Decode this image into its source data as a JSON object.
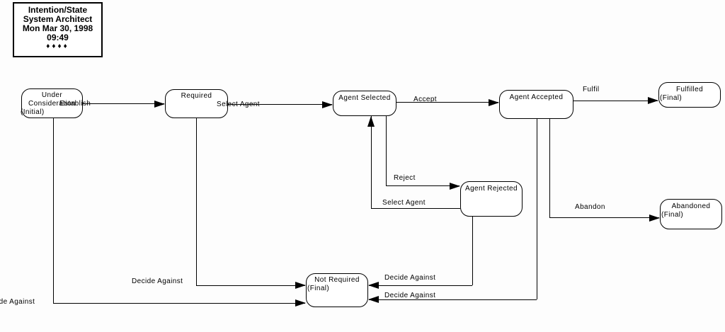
{
  "title_box": {
    "line1": "Intention/State",
    "line2": "System Architect",
    "line3": "Mon Mar 30, 1998",
    "line4": "09:49",
    "diamonds": "♦♦♦♦"
  },
  "states": {
    "under_consideration": {
      "name": "Under Consideration",
      "qualifier": "(Initial)"
    },
    "required": {
      "name": "Required"
    },
    "agent_selected": {
      "name": "Agent Selected"
    },
    "agent_accepted": {
      "name": "Agent Accepted"
    },
    "fulfilled": {
      "name": "Fulfilled",
      "qualifier": "(Final)"
    },
    "agent_rejected": {
      "name": "Agent Rejected"
    },
    "abandoned": {
      "name": "Abandoned",
      "qualifier": "(Final)"
    },
    "not_required": {
      "name": "Not Required",
      "qualifier": "(Final)"
    }
  },
  "transitions": {
    "establish": {
      "label": "Establish",
      "from": "under_consideration",
      "to": "required"
    },
    "select_agent": {
      "label": "Select Agent",
      "from": "required",
      "to": "agent_selected"
    },
    "accept": {
      "label": "Accept",
      "from": "agent_selected",
      "to": "agent_accepted"
    },
    "fulfil": {
      "label": "Fulfil",
      "from": "agent_accepted",
      "to": "fulfilled"
    },
    "reject": {
      "label": "Reject",
      "from": "agent_selected",
      "to": "agent_rejected"
    },
    "select_agent_retry": {
      "label": "Select Agent",
      "from": "agent_rejected",
      "to": "agent_selected"
    },
    "abandon": {
      "label": "Abandon",
      "from": "agent_accepted",
      "to": "abandoned"
    },
    "decide_against_required": {
      "label": "Decide Against",
      "from": "required",
      "to": "not_required"
    },
    "decide_against_rejected": {
      "label": "Decide Against",
      "from": "agent_rejected",
      "to": "not_required"
    },
    "decide_against_accepted": {
      "label": "Decide Against",
      "from": "agent_accepted",
      "to": "not_required"
    },
    "decide_against_initial": {
      "label": "Decide Against",
      "from": "under_consideration",
      "to": "not_required"
    }
  },
  "colors": {
    "line": "#000000",
    "node_fill": "#ffffff",
    "background": "#fdfdfd"
  }
}
